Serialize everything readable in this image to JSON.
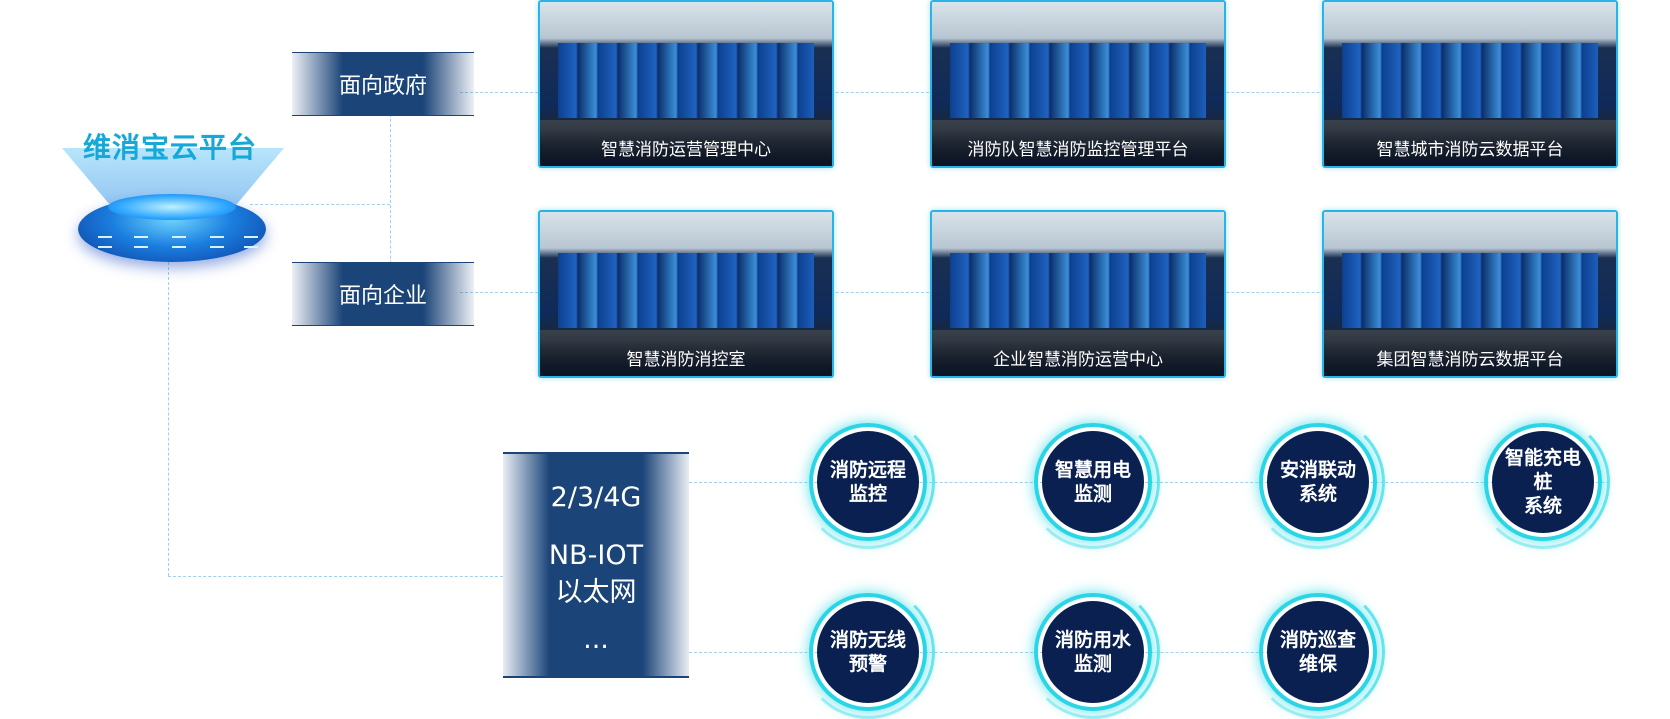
{
  "platform": {
    "title": "维消宝云平台"
  },
  "categories": [
    {
      "label": "面向政府"
    },
    {
      "label": "面向企业"
    }
  ],
  "cards": [
    {
      "label": "智慧消防运营管理中心"
    },
    {
      "label": "消防队智慧消防监控管理平台"
    },
    {
      "label": "智慧城市消防云数据平台"
    },
    {
      "label": "智慧消防消控室"
    },
    {
      "label": "企业智慧消防运营中心"
    },
    {
      "label": "集团智慧消防云数据平台"
    }
  ],
  "network": {
    "line1": "2/3/4G",
    "line2": "NB-IOT",
    "line3": "以太网",
    "line4": "..."
  },
  "nodes": [
    {
      "line1": "消防远程",
      "line2": "监控"
    },
    {
      "line1": "智慧用电",
      "line2": "监测"
    },
    {
      "line1": "安消联动",
      "line2": "系统"
    },
    {
      "line1": "智能充电桩",
      "line2": "系统"
    },
    {
      "line1": "消防无线",
      "line2": "预警"
    },
    {
      "line1": "消防用水",
      "line2": "监测"
    },
    {
      "line1": "消防巡查",
      "line2": "维保"
    }
  ],
  "colors": {
    "accent": "#14a9d8",
    "navy": "#1b4478",
    "node_ring": "#2ad6e6",
    "node_core": "#0a2050"
  }
}
